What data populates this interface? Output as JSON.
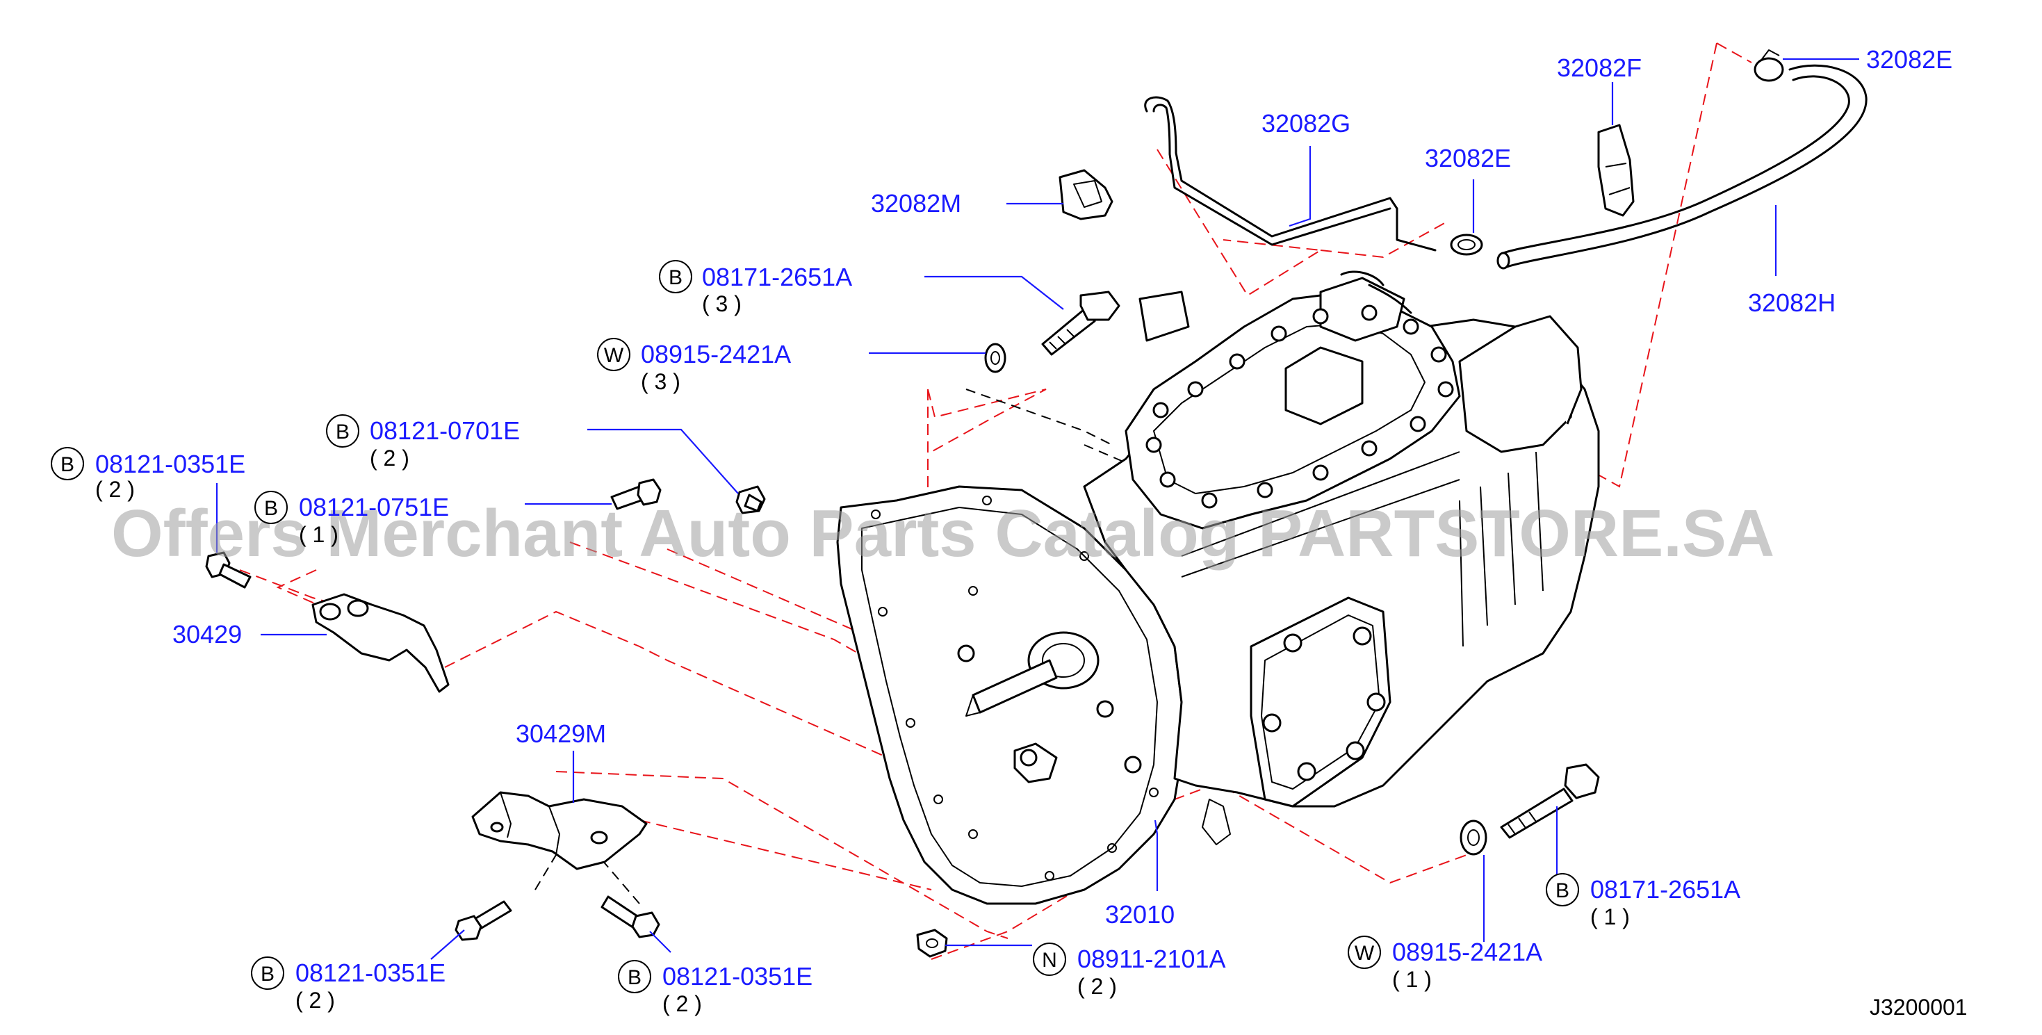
{
  "watermark": "Offers Merchant Auto Parts Catalog PARTSTORE.SA",
  "diagram_code": "J3200001",
  "callouts": {
    "c_32082E_top": {
      "part": "32082E"
    },
    "c_32082F": {
      "part": "32082F"
    },
    "c_32082G": {
      "part": "32082G"
    },
    "c_32082E_mid": {
      "part": "32082E"
    },
    "c_32082M": {
      "part": "32082M"
    },
    "c_32082H": {
      "part": "32082H"
    },
    "c_08171_top": {
      "badge": "B",
      "part": "08171-2651A",
      "qty": "( 3 )"
    },
    "c_08915_top": {
      "badge": "W",
      "part": "08915-2421A",
      "qty": "( 3 )"
    },
    "c_08121_0701E": {
      "badge": "B",
      "part": "08121-0701E",
      "qty": "( 2 )"
    },
    "c_08121_0351E_left": {
      "badge": "B",
      "part": "08121-0351E",
      "qty": "( 2 )"
    },
    "c_08121_0751E": {
      "badge": "B",
      "part": "08121-0751E",
      "qty": "( 1 )"
    },
    "c_30429": {
      "part": "30429"
    },
    "c_30429M": {
      "part": "30429M"
    },
    "c_32010": {
      "part": "32010"
    },
    "c_08911": {
      "badge": "N",
      "part": "08911-2101A",
      "qty": "( 2 )"
    },
    "c_08171_bot": {
      "badge": "B",
      "part": "08171-2651A",
      "qty": "( 1 )"
    },
    "c_08915_bot": {
      "badge": "W",
      "part": "08915-2421A",
      "qty": "( 1 )"
    },
    "c_08121_0351E_bl": {
      "badge": "B",
      "part": "08121-0351E",
      "qty": "( 2 )"
    },
    "c_08121_0351E_bm": {
      "badge": "B",
      "part": "08121-0351E",
      "qty": "( 2 )"
    }
  },
  "colors": {
    "part_number": "#1a1aff",
    "phantom_line": "#e8141a",
    "outline": "#000000"
  }
}
